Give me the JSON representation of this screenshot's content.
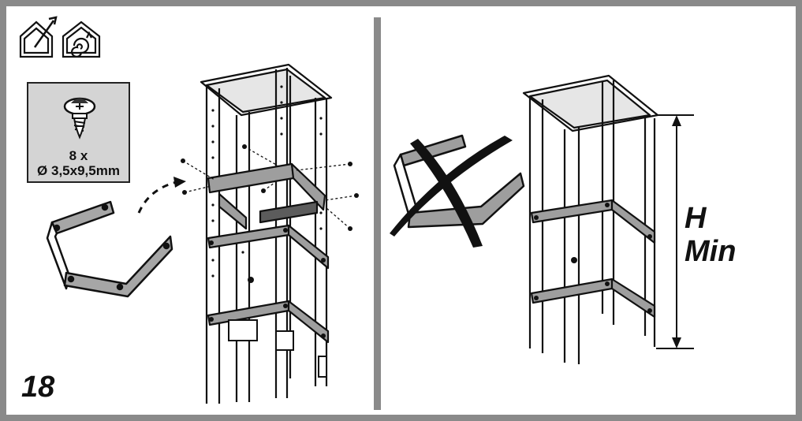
{
  "step_number": "18",
  "screw_quantity": "8 x",
  "screw_size": "Ø 3,5x9,5mm",
  "height_label_h": "H",
  "height_label_min": "Min",
  "icons": [
    "house-exhaust-icon",
    "house-recirculation-icon",
    "screw-icon",
    "wrong-cross-icon",
    "height-dimension-arrow-icon"
  ],
  "colors": {
    "frame": "#8a8a8a",
    "bracket": "#9e9e9e",
    "screw_box": "#d4d4d4"
  }
}
